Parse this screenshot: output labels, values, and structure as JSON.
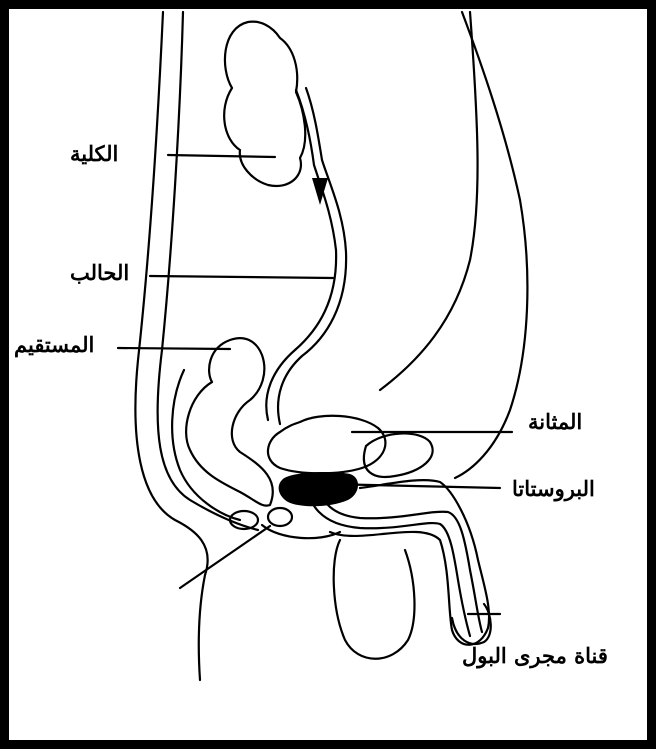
{
  "labels": {
    "kidney": "الكلية",
    "ureter": "الحالب",
    "rectum": "المستقيم",
    "bladder": "المثانة",
    "prostate": "البروستاتا",
    "urethra": "قناة مجرى البول"
  },
  "colors": {
    "ink": "#000000",
    "paper": "#ffffff"
  }
}
